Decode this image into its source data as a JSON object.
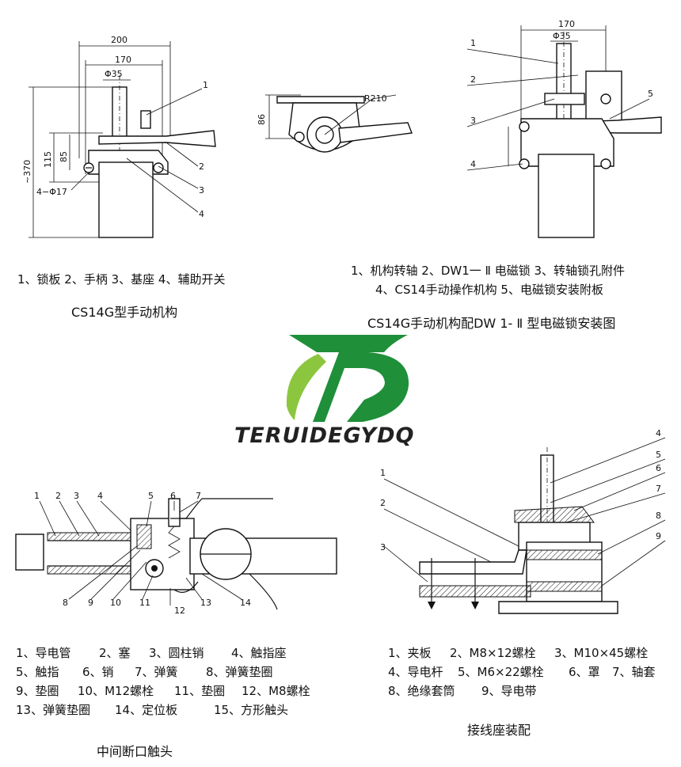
{
  "figure1": {
    "dims": {
      "d200": "200",
      "d170": "170",
      "phi35": "Φ35",
      "d370": "~370",
      "d115": "115",
      "d85": "85",
      "hole": "4−Φ17"
    },
    "callouts": [
      "1",
      "2",
      "3",
      "4"
    ],
    "legend": "1、锁板 2、手柄 3、基座 4、辅助开关",
    "caption": "CS14G型手动机构"
  },
  "figure2": {
    "dims": {
      "r210": "R210",
      "d86": "86"
    }
  },
  "figure3": {
    "dims": {
      "d170": "170",
      "phi35": "Φ35"
    },
    "callouts": [
      "1",
      "2",
      "3",
      "4",
      "5"
    ],
    "legend_line1": "1、机构转轴 2、DW1一 Ⅱ 电磁锁 3、转轴锁孔附件",
    "legend_line2": "4、CS14手动操作机构 5、电磁锁安装附板",
    "caption": "CS14G手动机构配DW 1- Ⅱ 型电磁锁安装图"
  },
  "logo": {
    "text": "TERUIDEGYDQ",
    "green_dark": "#1f8f3a",
    "green_light": "#8cc63f"
  },
  "figure4": {
    "callouts_top": [
      "1",
      "2",
      "3",
      "4",
      "5",
      "6",
      "7"
    ],
    "callouts_bottom": [
      "8",
      "9",
      "10",
      "11",
      "12",
      "13",
      "14"
    ],
    "legend": [
      [
        "1、导电管",
        "2、塞",
        "3、圆柱销",
        "4、触指座"
      ],
      [
        "5、触指",
        "6、销",
        "7、弹簧",
        "8、弹簧垫圈"
      ],
      [
        "9、垫圈",
        "10、M12螺栓",
        "11、垫圈",
        "12、M8螺栓"
      ],
      [
        "13、弹簧垫圈",
        "14、定位板",
        "15、方形触头"
      ]
    ],
    "caption": "中间断口触头"
  },
  "figure5": {
    "callouts": [
      "1",
      "2",
      "3",
      "4",
      "5",
      "6",
      "7",
      "8",
      "9"
    ],
    "legend": [
      [
        "1、夹板",
        "2、M8×12螺栓",
        "3、M10×45螺栓"
      ],
      [
        "4、导电杆",
        "5、M6×22螺栓",
        "6、罩",
        "7、轴套"
      ],
      [
        "8、绝缘套筒",
        "9、导电带"
      ]
    ],
    "caption": "接线座装配"
  }
}
